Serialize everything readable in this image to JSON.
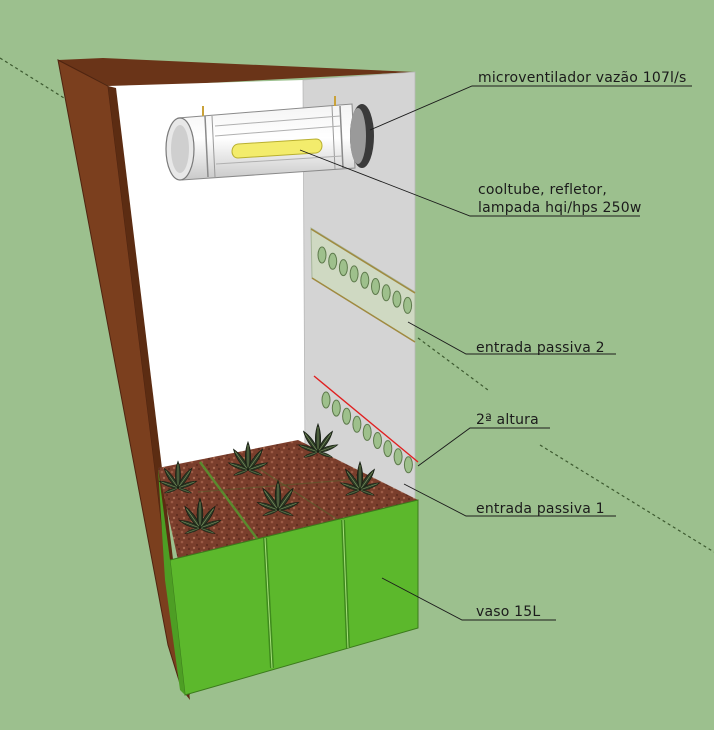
{
  "labels": {
    "fan": "microventilador vazão 107l/s",
    "cooltube_line1": "cooltube, refletor,",
    "cooltube_line2": "lampada hqi/hps 250w",
    "passive2": "entrada passiva 2",
    "height2": "2ª altura",
    "passive1": "entrada passiva 1",
    "pot": "vaso 15L"
  },
  "colors": {
    "background": "#9cc08e",
    "wood": "#7b3f1e",
    "wall_white": "#ffffff",
    "wall_grey": "#d4d4d4",
    "pot_green": "#5cb82c",
    "soil": "#7a3e2c",
    "height_line": "#e02020",
    "plant": "#2e3a26"
  }
}
